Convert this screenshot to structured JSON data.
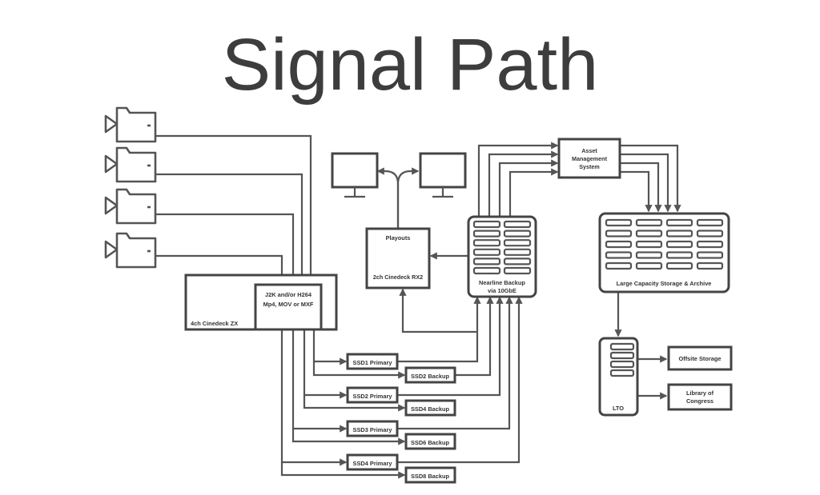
{
  "title": "Signal Path",
  "labels": {
    "cinedeck_zx": "4ch Cinedeck ZX",
    "codec_line1": "J2K and/or H264",
    "codec_line2": "Mp4, MOV or MXF",
    "playouts": "Playouts",
    "cinedeck_rx2": "2ch Cinedeck RX2",
    "nearline_line1": "Nearline Backup",
    "nearline_line2": "via 10GbE",
    "asset_line1": "Asset",
    "asset_line2": "Management",
    "asset_line3": "System",
    "large_storage": "Large Capacity Storage & Archive",
    "lto": "LTO",
    "offsite": "Offsite Storage",
    "library_line1": "Library of",
    "library_line2": "Congress",
    "ssd1_primary": "SSD1 Primary",
    "ssd2_backup": "SSD2 Backup",
    "ssd2_primary": "SSD2 Primary",
    "ssd4_backup": "SSD4 Backup",
    "ssd3_primary": "SSD3 Primary",
    "ssd6_backup": "SSD6 Backup",
    "ssd4_primary": "SSD4 Primary",
    "ssd8_backup": "SSD8 Backup"
  },
  "icons": {
    "camera": "video-camera-icon",
    "monitor": "monitor-icon",
    "arrow": "arrow-head-icon"
  },
  "colors": {
    "stroke": "#444444",
    "text": "#3d3d3d",
    "background": "#ffffff"
  }
}
